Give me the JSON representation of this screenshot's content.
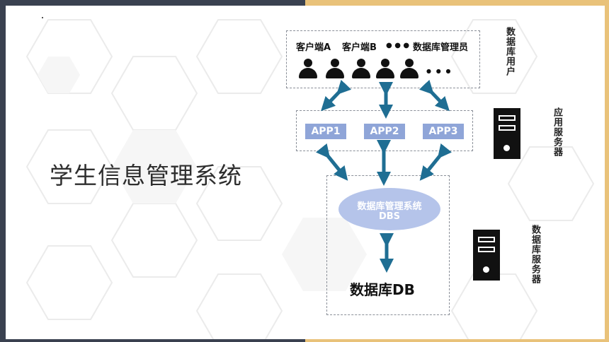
{
  "slide": {
    "title": "学生信息管理系统"
  },
  "clients": {
    "labels": [
      "客户端A",
      "客户端B",
      "数据库管理员"
    ],
    "label_dots": "● ● ●",
    "user_dots": "● ● ●"
  },
  "apps": [
    "APP1",
    "APP2",
    "APP3"
  ],
  "dbms": {
    "line1": "数据库管理系统",
    "line2": "DBS"
  },
  "database": {
    "label": "数据库DB"
  },
  "side_labels": {
    "db_users": "数据库用户",
    "app_server": "应用服务器",
    "db_server": "数据库服务器"
  },
  "colors": {
    "left_accent": "#3a4150",
    "right_accent": "#e9c27a",
    "arrow": "#1f6e93",
    "app_box": "#8fa5d8",
    "ellipse": "#b5c4ea"
  },
  "icons": [
    "user-icon",
    "server-icon",
    "double-arrow-icon"
  ]
}
